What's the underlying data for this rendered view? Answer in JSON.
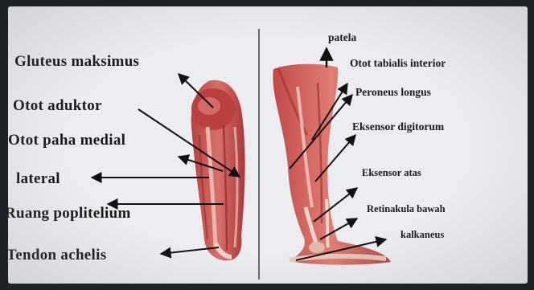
{
  "left_labels": {
    "gluteus": "Gluteus maksimus",
    "aduktor": "Otot aduktor",
    "paha_medial": "Otot paha medial",
    "lateral": "lateral",
    "poplitelium": "Ruang poplitelium",
    "achelis": "Tendon achelis"
  },
  "right_labels": {
    "patela": "patela",
    "tabialis": "Otot tabialis interior",
    "peroneus": "Peroneus longus",
    "digitorum": "Eksensor digitorum",
    "atas": "Eksensor atas",
    "retinakula": "Retinakula bawah",
    "kalkaneus": "kalkaneus"
  },
  "colors": {
    "muscle": "#c9504e",
    "muscle_dark": "#8e2d30",
    "tendon": "#e9d2c6",
    "arrow": "#111111",
    "background": "#ecedf0"
  }
}
